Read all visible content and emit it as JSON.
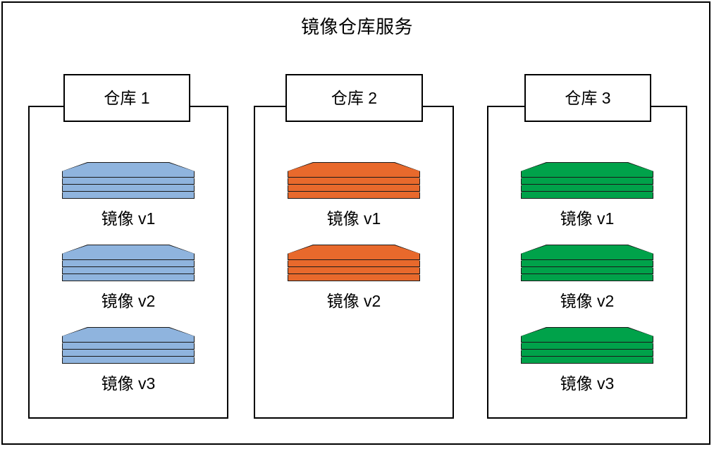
{
  "diagram": {
    "title": "镜像仓库服务",
    "colors": {
      "blue": "#8FB4DE",
      "orange": "#E8692C",
      "green": "#00A24A",
      "outline": "#000000",
      "background": "#FFFFFF"
    }
  },
  "repositories": [
    {
      "id": "repo-1",
      "header": "仓库 1",
      "color_name": "blue",
      "color": "#8FB4DE",
      "images": [
        {
          "label": "镜像 v1",
          "layers": 4
        },
        {
          "label": "镜像 v2",
          "layers": 4
        },
        {
          "label": "镜像 v3",
          "layers": 4
        }
      ]
    },
    {
      "id": "repo-2",
      "header": "仓库 2",
      "color_name": "orange",
      "color": "#E8692C",
      "images": [
        {
          "label": "镜像 v1",
          "layers": 4
        },
        {
          "label": "镜像 v2",
          "layers": 4
        }
      ]
    },
    {
      "id": "repo-3",
      "header": "仓库 3",
      "color_name": "green",
      "color": "#00A24A",
      "images": [
        {
          "label": "镜像 v1",
          "layers": 4
        },
        {
          "label": "镜像 v2",
          "layers": 4
        },
        {
          "label": "镜像 v3",
          "layers": 4
        }
      ]
    }
  ]
}
